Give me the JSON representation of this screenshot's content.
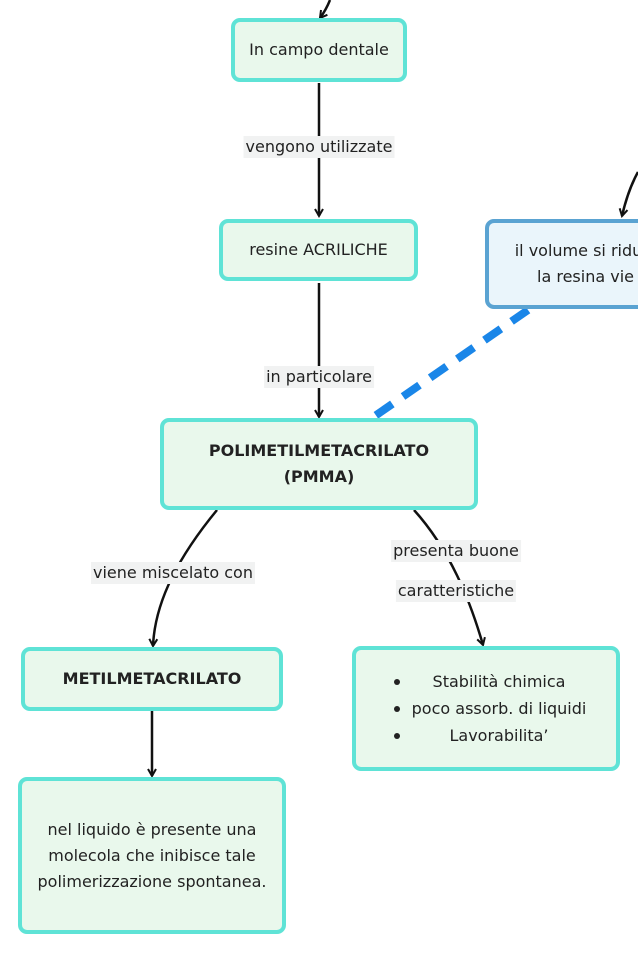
{
  "nodes": {
    "campo_dentale": "In campo dentale",
    "resine": "resine ACRILICHE",
    "pmma": "POLIMETILMETACRILATO (PMMA)",
    "volume_line1": "il volume si ridu",
    "volume_line2": "la resina vie",
    "metilmetacrilato": "METILMETACRILATO",
    "caratteristiche_items": [
      "Stabilità chimica",
      "poco assorb. di liquidi",
      "Lavorabilita’"
    ],
    "liquido": "nel liquido è presente una molecola che inibisce tale polimerizzazione spontanea."
  },
  "links": {
    "vengono": "vengono utilizzate",
    "particolare": "in particolare",
    "miscelato": "viene miscelato con",
    "presenta_line1": "presenta buone",
    "presenta_line2": "caratteristiche"
  },
  "colors": {
    "node_fill": "#e9f8ec",
    "node_border": "#5fe3d6",
    "blue_fill": "#eaf5fb",
    "blue_border": "#5aa3d2",
    "dashed_link": "#1a86e8"
  }
}
